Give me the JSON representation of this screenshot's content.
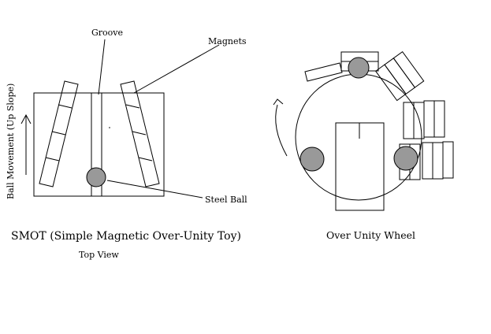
{
  "labels": {
    "groove": "Groove",
    "magnets": "Magnets",
    "steel_ball": "Steel Ball",
    "ball_movement": "Ball Movement (Up Slope)",
    "smot_title": "SMOT (Simple Magnetic Over-Unity Toy)",
    "top_view": "Top View",
    "wheel_title": "Over Unity Wheel"
  },
  "colors": {
    "line": "#000000",
    "ball_fill": "#999999",
    "background": "#ffffff"
  }
}
